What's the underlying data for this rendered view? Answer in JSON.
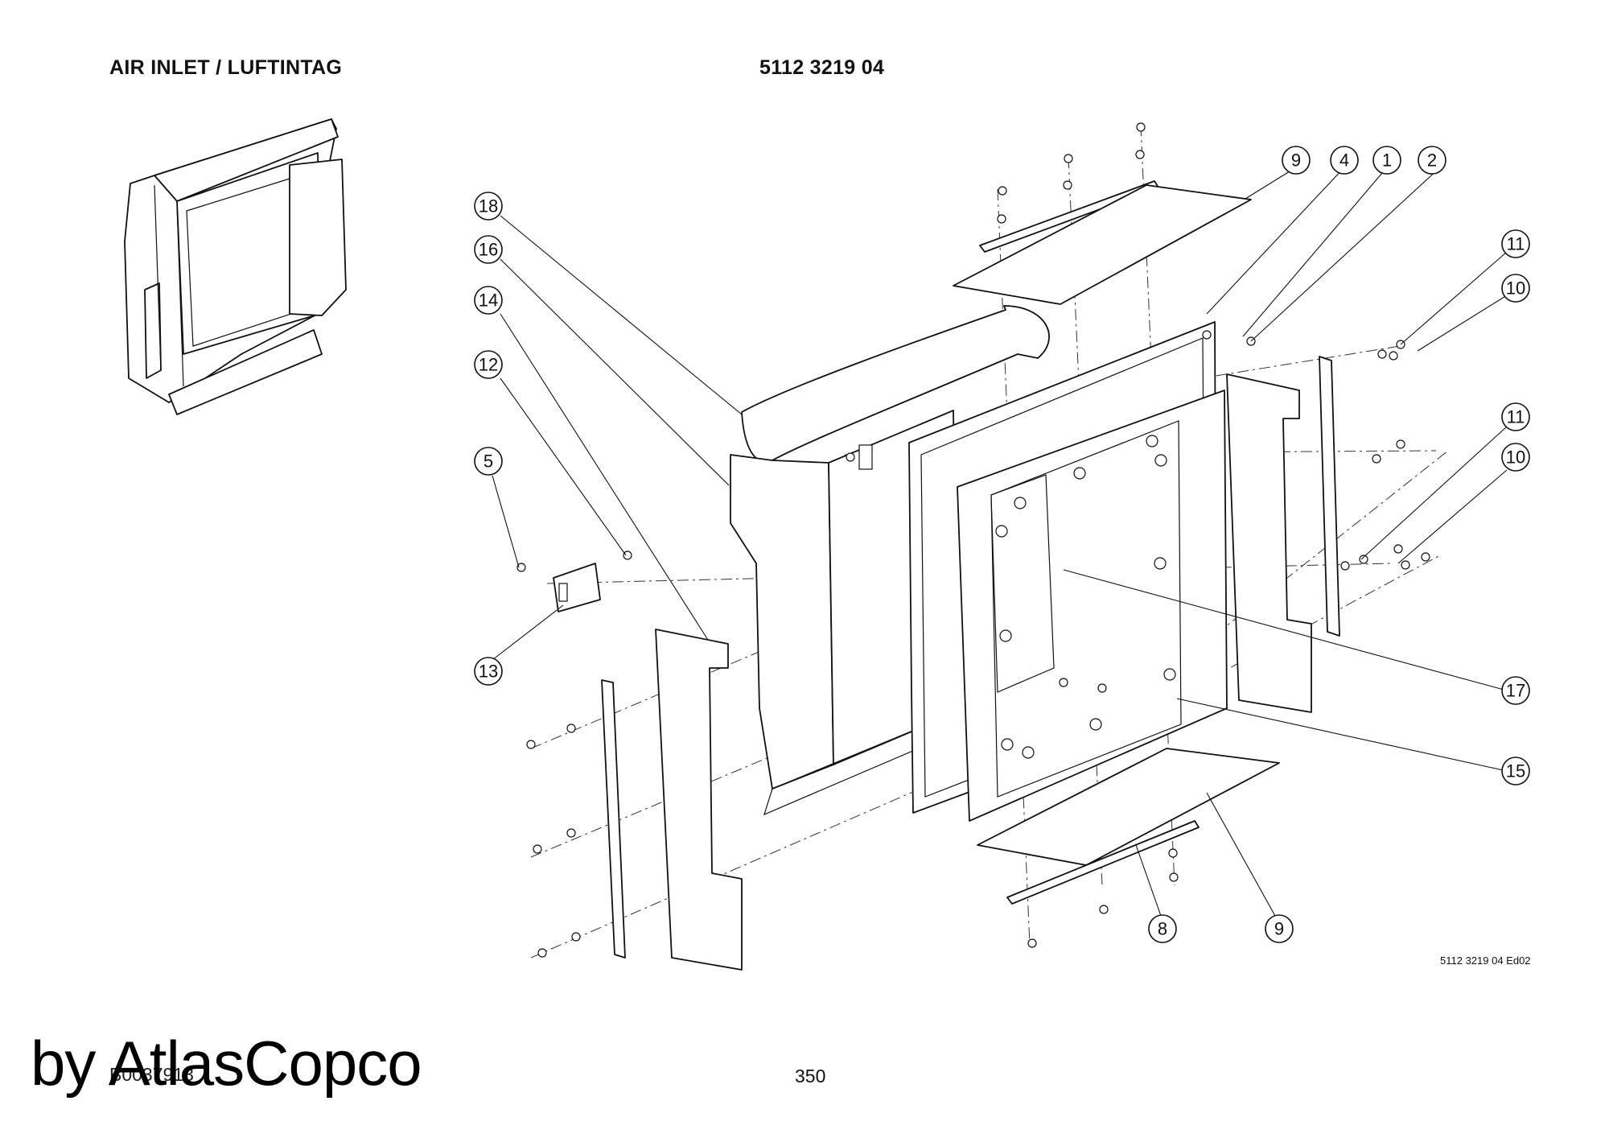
{
  "header": {
    "title": "AIR INLET / LUFTINTAG",
    "part_number": "5112 3219 04"
  },
  "footer": {
    "edition": "5112 3219 04 Ed02",
    "page_number": "350",
    "doc_ref": "B0037913",
    "watermark": "by AtlasCopco"
  },
  "callouts": [
    "18",
    "16",
    "14",
    "12",
    "5",
    "13",
    "9",
    "4",
    "1",
    "2",
    "11",
    "10",
    "11",
    "10",
    "17",
    "15",
    "8",
    "9"
  ]
}
